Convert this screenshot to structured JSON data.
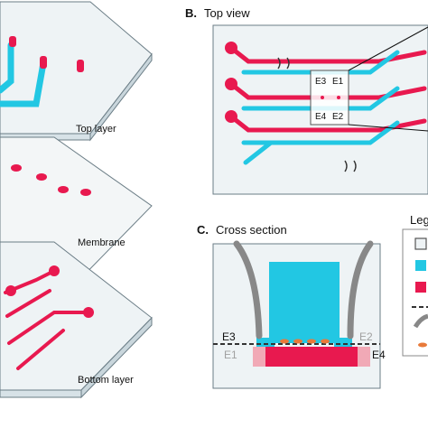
{
  "panel_b": {
    "letter": "B.",
    "title": "Top view",
    "electrodes": [
      "E3",
      "E1",
      "E4",
      "E2"
    ]
  },
  "panel_c": {
    "letter": "C.",
    "title": "Cross section",
    "electrodes": {
      "left_top": "E3",
      "left_bottom": "E1",
      "right_top": "E2",
      "right_bottom": "E4"
    }
  },
  "panel_a": {
    "layers": [
      "Top layer",
      "Membrane",
      "Bottom layer"
    ]
  },
  "legend": {
    "title": "Leg"
  },
  "colors": {
    "channel_top": "#22c7e3",
    "channel_bottom": "#e8194f",
    "electrode_grey": "#888888",
    "layer_fill": "#eef3f5",
    "layer_edge": "#6b7d86"
  }
}
